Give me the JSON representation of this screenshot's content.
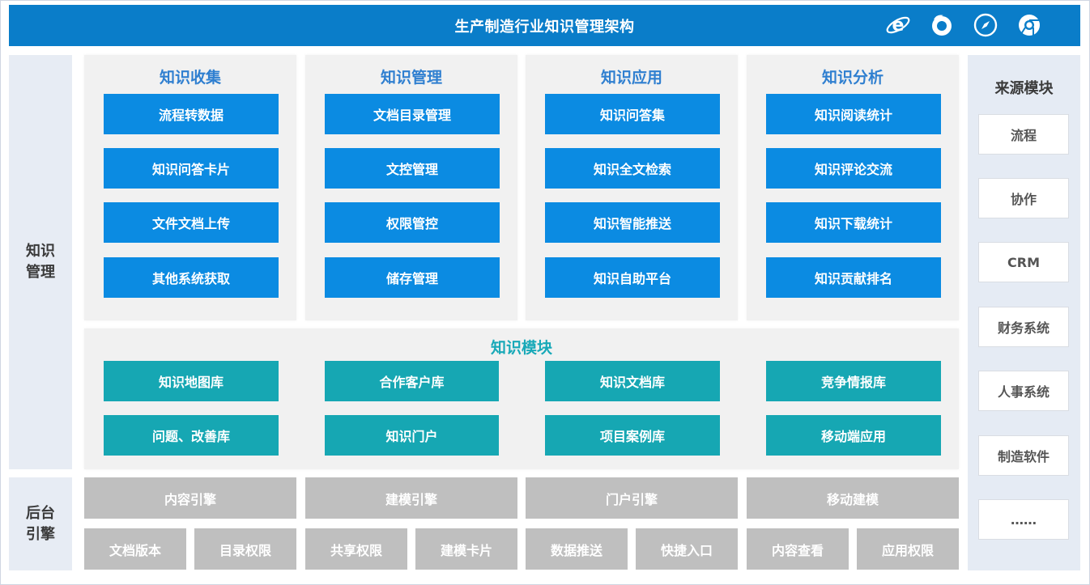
{
  "header": {
    "title": "生产制造行业知识管理架构",
    "browser_icons": [
      "ie-icon",
      "firefox-icon",
      "safari-icon",
      "chrome-icon"
    ]
  },
  "left_labels": {
    "top": "知识\n管理",
    "bottom": "后台\n引擎"
  },
  "columns": [
    {
      "title": "知识收集",
      "items": [
        "流程转数据",
        "知识问答卡片",
        "文件文档上传",
        "其他系统获取"
      ]
    },
    {
      "title": "知识管理",
      "items": [
        "文档目录管理",
        "文控管理",
        "权限管控",
        "储存管理"
      ]
    },
    {
      "title": "知识应用",
      "items": [
        "知识问答集",
        "知识全文检索",
        "知识智能推送",
        "知识自助平台"
      ]
    },
    {
      "title": "知识分析",
      "items": [
        "知识阅读统计",
        "知识评论交流",
        "知识下载统计",
        "知识贡献排名"
      ]
    }
  ],
  "knowledge_module": {
    "title": "知识模块",
    "rows": [
      [
        "知识地图库",
        "合作客户库",
        "知识文档库",
        "竞争情报库"
      ],
      [
        "问题、改善库",
        "知识门户",
        "项目案例库",
        "移动端应用"
      ]
    ]
  },
  "engines": [
    {
      "title": "内容引擎",
      "subs": [
        "文档版本",
        "目录权限"
      ]
    },
    {
      "title": "建模引擎",
      "subs": [
        "共享权限",
        "建模卡片"
      ]
    },
    {
      "title": "门户引擎",
      "subs": [
        "数据推送",
        "快捷入口"
      ]
    },
    {
      "title": "移动建模",
      "subs": [
        "内容查看",
        "应用权限"
      ]
    }
  ],
  "source_module": {
    "title": "来源模块",
    "items": [
      "流程",
      "协作",
      "CRM",
      "财务系统",
      "人事系统",
      "制造软件",
      "……"
    ]
  },
  "colors": {
    "header": "#0a7dc9",
    "blue_box": "#0b8be2",
    "teal_box": "#16a7b3",
    "gray_box": "#bfbfbf",
    "column_title": "#2f7fd0",
    "module_title": "#18a9b8"
  }
}
